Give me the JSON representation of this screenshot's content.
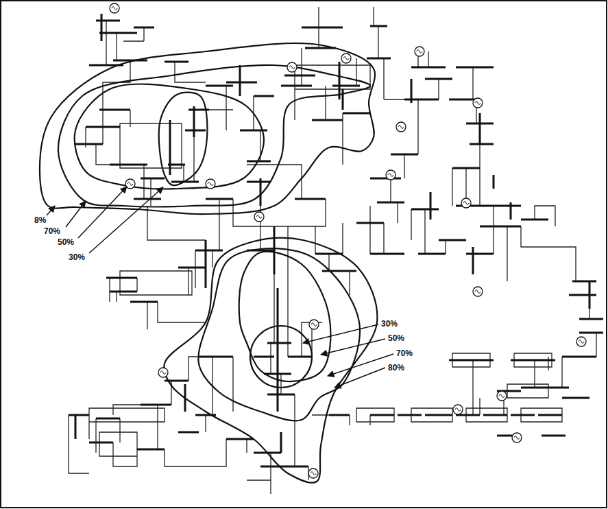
{
  "diagram": {
    "labels": [
      "8%",
      "70%",
      "50%",
      "30%",
      "30%",
      "50%",
      "70%",
      "80%"
    ]
  }
}
